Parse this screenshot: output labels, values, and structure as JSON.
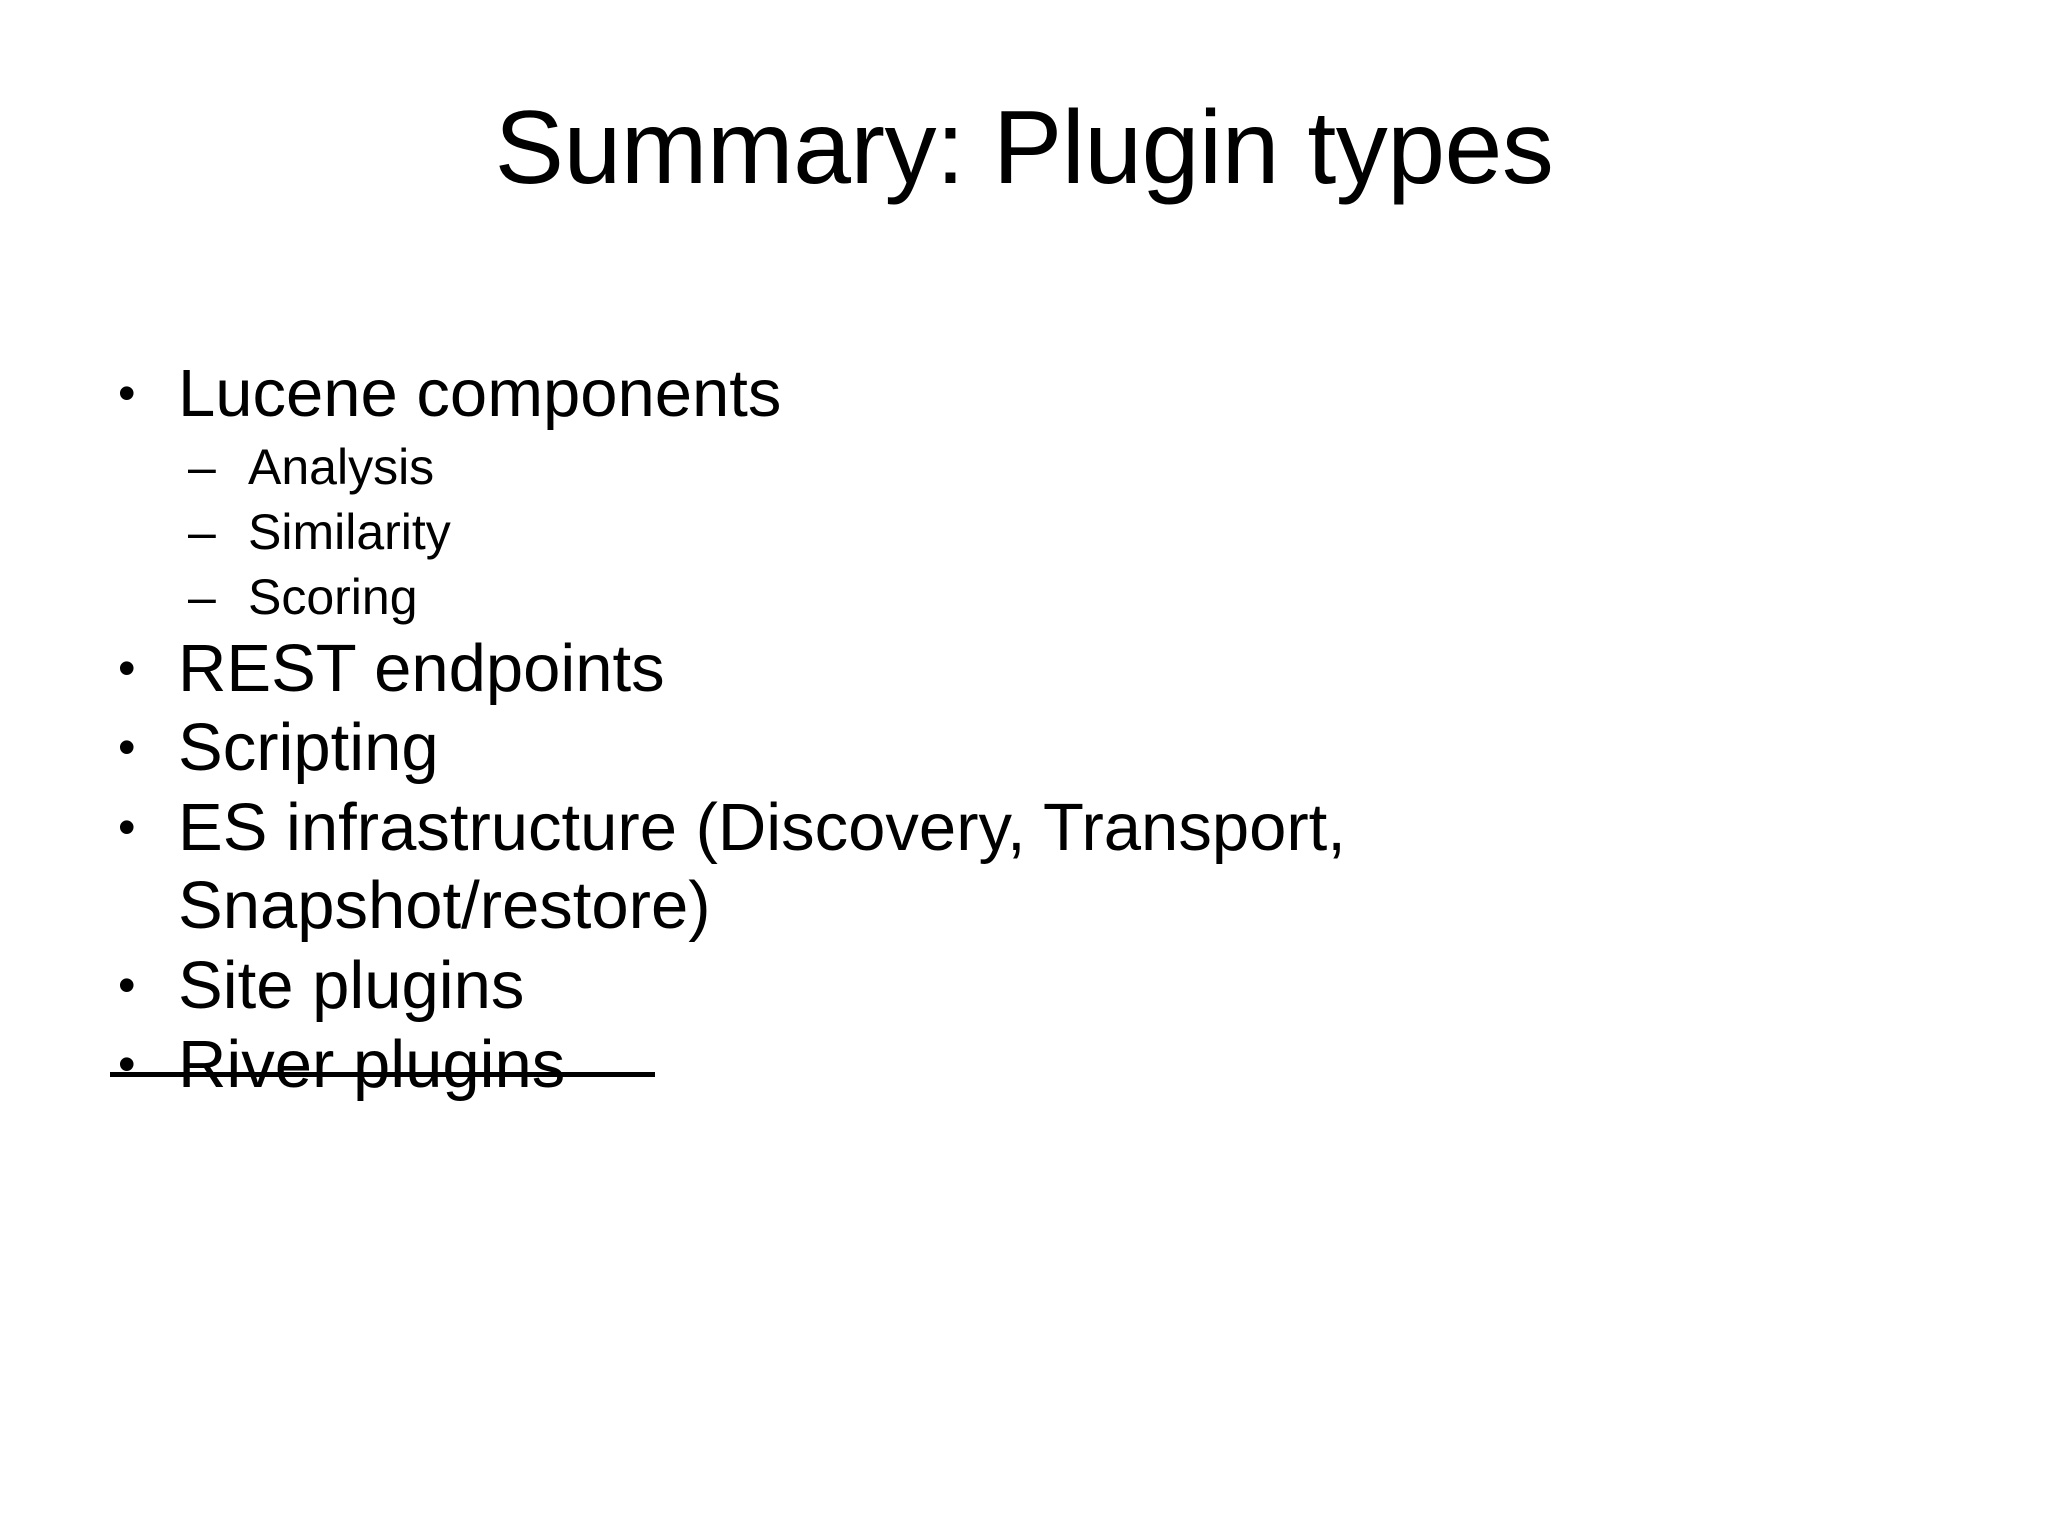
{
  "slide": {
    "title": "Summary: Plugin types",
    "background_color": "#ffffff",
    "text_color": "#000000",
    "bullet_marker": "•",
    "sub_bullet_marker": "–",
    "items": [
      {
        "level": 1,
        "text": "Lucene components",
        "strikethrough": false
      },
      {
        "level": 2,
        "text": "Analysis",
        "strikethrough": false
      },
      {
        "level": 2,
        "text": "Similarity",
        "strikethrough": false
      },
      {
        "level": 2,
        "text": "Scoring",
        "strikethrough": false
      },
      {
        "level": 1,
        "text": "REST endpoints",
        "strikethrough": false
      },
      {
        "level": 1,
        "text": "Scripting",
        "strikethrough": false
      },
      {
        "level": 1,
        "text": "ES infrastructure (Discovery, Transport, Snapshot/restore)",
        "strikethrough": false
      },
      {
        "level": 1,
        "text": "Site plugins",
        "strikethrough": false
      },
      {
        "level": 1,
        "text": "River plugins",
        "strikethrough": true
      }
    ]
  }
}
